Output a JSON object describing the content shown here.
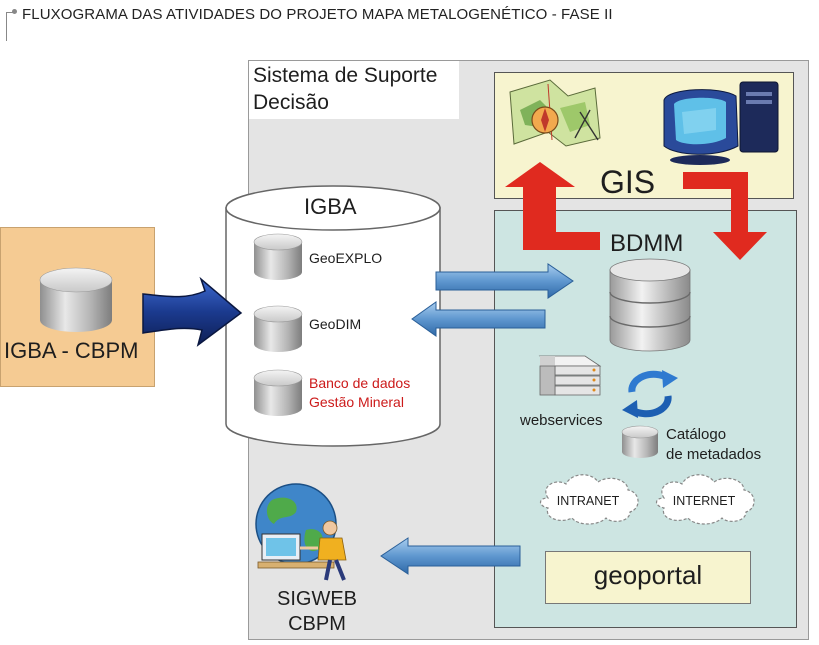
{
  "title": "FLUXOGRAMA DAS ATIVIDADES DO PROJETO MAPA METALOGENÉTICO - FASE II",
  "decision_system": {
    "line1": "Sistema de Suporte",
    "line2": "Decisão"
  },
  "gis": {
    "label": "GIS"
  },
  "bdmm": {
    "label": "BDMM",
    "webservices_label": "webservices",
    "catalog_line1": "Catálogo",
    "catalog_line2": "de metadados",
    "intranet_label": "INTRANET",
    "internet_label": "INTERNET",
    "geoportal_label": "geoportal"
  },
  "igba": {
    "label": "IGBA",
    "geoexplo_label": "GeoEXPLO",
    "geodim_label": "GeoDIM",
    "banco_line1": "Banco de dados",
    "banco_line2": "Gestão Mineral"
  },
  "igba_cbpm": {
    "label": "IGBA - CBPM"
  },
  "sigweb": {
    "line1": "SIGWEB",
    "line2": "CBPM"
  },
  "colors": {
    "cbpm_box": "#f5cb93",
    "gis_box": "#f7f4cf",
    "bdmm_box": "#cde5e2",
    "decision_system_bg": "#e4e4e4",
    "red_arrows": "#e02a1f",
    "blue_arrows": "#6a9fd0",
    "navy_arrow": "#1f3d8c",
    "banco_text": "#cc1a1a"
  }
}
